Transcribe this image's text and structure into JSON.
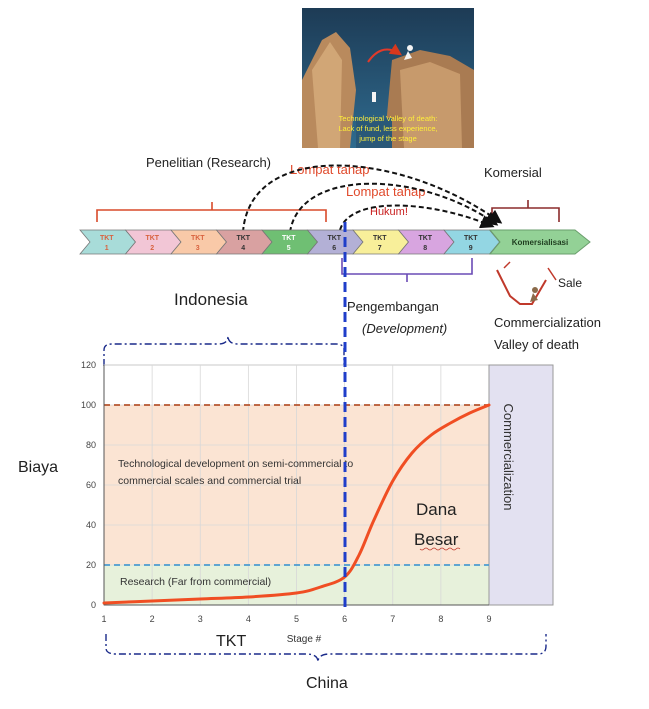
{
  "photo": {
    "caption_line1": "Technological Valley of death:",
    "caption_line2": "Lack of fund, less experience,",
    "caption_line3": "jump of the stage"
  },
  "labels": {
    "research": "Penelitian (Research)",
    "lompat1": "Lompat tahap",
    "lompat2": "Lompat tahap",
    "hukum": "Hukum!",
    "komersial": "Komersial",
    "sale": "Sale",
    "valley_line1": "Commercialization",
    "valley_line2": "Valley of death",
    "development_line1": "Pengembangan",
    "development_line2": "(Development)",
    "indonesia": "Indonesia",
    "biaya": "Biaya",
    "dana_line1": "Dana",
    "dana_line2": "Besar",
    "tkt_axis": "TKT",
    "china": "China"
  },
  "stages": [
    {
      "top": "TKT",
      "num": "1",
      "fill": "#a8dcd9",
      "text": "#d8623f"
    },
    {
      "top": "TKT",
      "num": "2",
      "fill": "#f2c6d6",
      "text": "#d8623f"
    },
    {
      "top": "TKT",
      "num": "3",
      "fill": "#f9c9a8",
      "text": "#d8623f"
    },
    {
      "top": "TKT",
      "num": "4",
      "fill": "#d9a1a1",
      "text": "#333333"
    },
    {
      "top": "TKT",
      "num": "5",
      "fill": "#6fbf73",
      "text": "#ffffff"
    },
    {
      "top": "TKT",
      "num": "6",
      "fill": "#b3b0d6",
      "text": "#333333"
    },
    {
      "top": "TKT",
      "num": "7",
      "fill": "#f8ef9a",
      "text": "#333333"
    },
    {
      "top": "TKT",
      "num": "8",
      "fill": "#d8a5e0",
      "text": "#333333"
    },
    {
      "top": "TKT",
      "num": "9",
      "fill": "#93d6e3",
      "text": "#333333"
    }
  ],
  "commercial_box": {
    "label": "Komersialisasi",
    "fill": "#93d196"
  },
  "chart_data": {
    "type": "line",
    "x_ticks": [
      "1",
      "2",
      "3",
      "4",
      "5",
      "6",
      "7",
      "8",
      "9"
    ],
    "y_ticks": [
      "0",
      "20",
      "40",
      "60",
      "80",
      "100",
      "120"
    ],
    "xlabel": "Stage #",
    "xlim": [
      1,
      9
    ],
    "ylim": [
      0,
      120
    ],
    "grid": true,
    "x": [
      1,
      2,
      3,
      4,
      5,
      5.5,
      6,
      6.3,
      6.6,
      7,
      7.4,
      7.8,
      8.2,
      8.6,
      9
    ],
    "y": [
      1,
      2,
      3,
      4,
      6,
      9,
      14,
      25,
      42,
      62,
      76,
      85,
      91,
      96,
      100
    ],
    "thresholds": [
      {
        "y": 100,
        "color": "#b5542e"
      },
      {
        "y": 20,
        "color": "#4b9bd1"
      }
    ],
    "regions": [
      {
        "label_line1": "Technological development on semi-commercial to",
        "label_line2": "commercial scales and commercial trial",
        "fill": "#fbe4d3"
      },
      {
        "label": "Research (Far from commercial)",
        "fill": "#e7f1db"
      }
    ],
    "side_panel": {
      "label": "Commercialization",
      "fill": "#e3e1f1"
    },
    "curve_color": "#f04e23"
  }
}
